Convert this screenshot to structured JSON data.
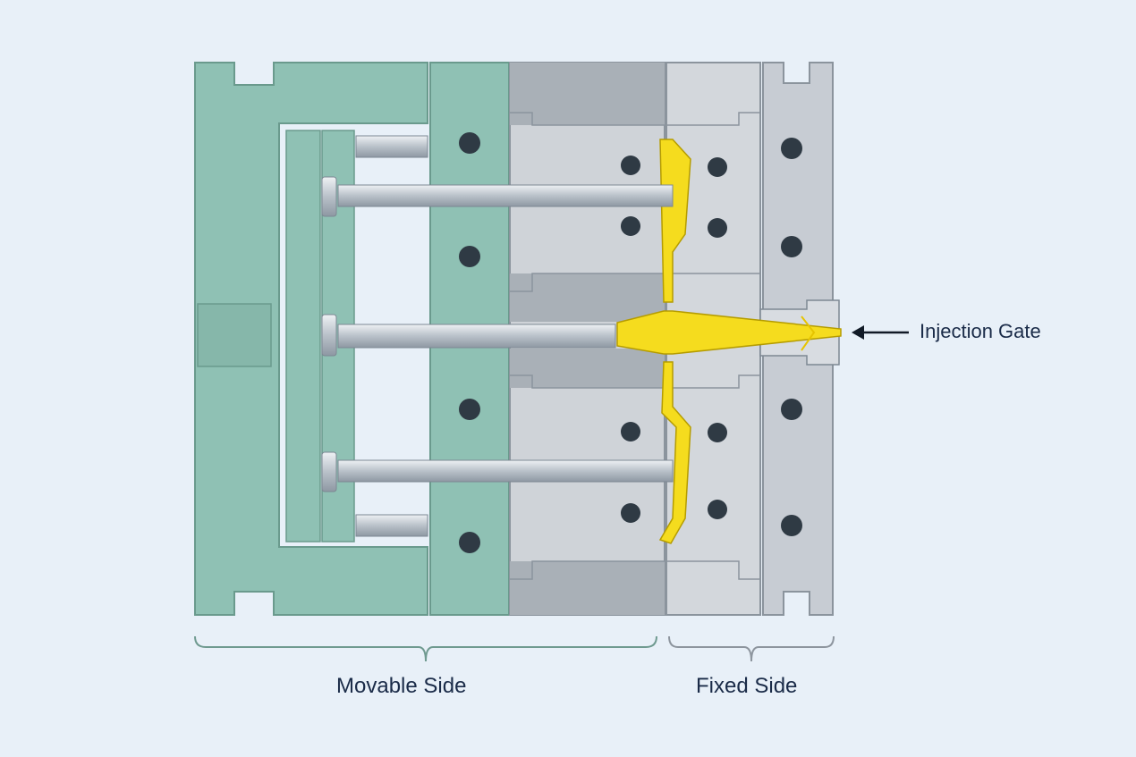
{
  "labels": {
    "injection_gate": "Injection Gate",
    "movable_side": "Movable Side",
    "fixed_side": "Fixed Side"
  },
  "colors": {
    "background": "#e8f0f8",
    "movable_plate": "#8fc1b4",
    "movable_plate_dark": "#7aae9f",
    "cavity_plate": "#cfd3d8",
    "cavity_plate_dark": "#a9b0b7",
    "fixed_plate": "#c7ccd3",
    "molten_plastic": "#f5dc1e",
    "pin": "#bfc6cd",
    "outline": "#6f7b86",
    "text": "#1a2b48"
  }
}
